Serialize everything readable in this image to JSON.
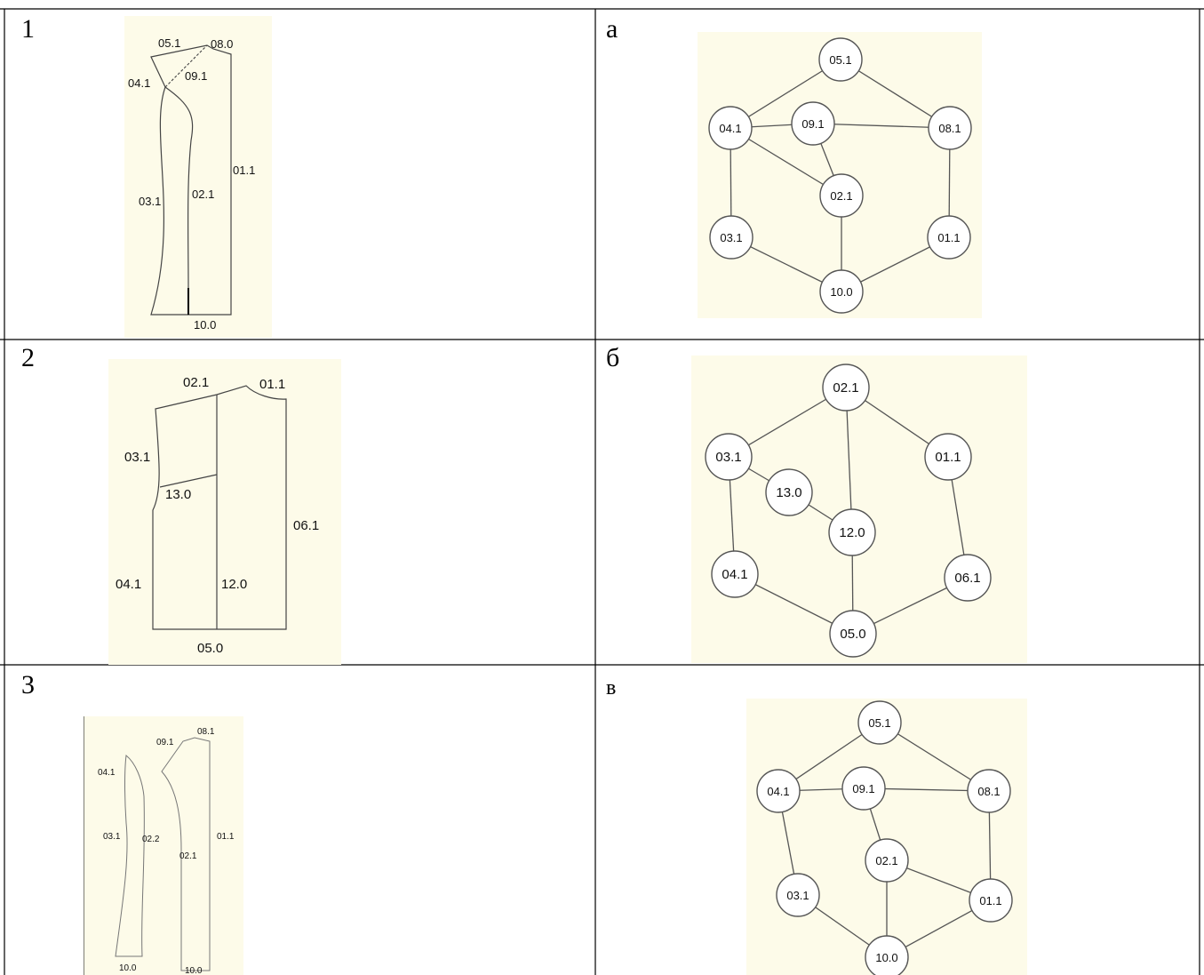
{
  "rows": [
    {
      "left_label": "1",
      "right_label": "а",
      "pattern": {
        "labels": [
          "05.1",
          "08.0",
          "04.1",
          "09.1",
          "01.1",
          "03.1",
          "02.1",
          "10.0"
        ]
      },
      "graph": {
        "nodes": [
          "05.1",
          "04.1",
          "09.1",
          "08.1",
          "02.1",
          "03.1",
          "01.1",
          "10.0"
        ],
        "edges": [
          [
            "05.1",
            "04.1"
          ],
          [
            "05.1",
            "08.1"
          ],
          [
            "04.1",
            "09.1"
          ],
          [
            "09.1",
            "08.1"
          ],
          [
            "04.1",
            "02.1"
          ],
          [
            "09.1",
            "02.1"
          ],
          [
            "04.1",
            "03.1"
          ],
          [
            "08.1",
            "01.1"
          ],
          [
            "02.1",
            "10.0"
          ],
          [
            "03.1",
            "10.0"
          ],
          [
            "01.1",
            "10.0"
          ]
        ]
      }
    },
    {
      "left_label": "2",
      "right_label": "б",
      "pattern": {
        "labels": [
          "02.1",
          "01.1",
          "03.1",
          "13.0",
          "06.1",
          "04.1",
          "12.0",
          "05.0"
        ]
      },
      "graph": {
        "nodes": [
          "02.1",
          "03.1",
          "01.1",
          "13.0",
          "12.0",
          "04.1",
          "06.1",
          "05.0"
        ],
        "edges": [
          [
            "02.1",
            "03.1"
          ],
          [
            "02.1",
            "01.1"
          ],
          [
            "02.1",
            "12.0"
          ],
          [
            "03.1",
            "13.0"
          ],
          [
            "13.0",
            "12.0"
          ],
          [
            "03.1",
            "04.1"
          ],
          [
            "01.1",
            "06.1"
          ],
          [
            "12.0",
            "05.0"
          ],
          [
            "04.1",
            "05.0"
          ],
          [
            "06.1",
            "05.0"
          ]
        ]
      }
    },
    {
      "left_label": "3",
      "right_label": "в",
      "pattern": {
        "labels": [
          "09.1",
          "08.1",
          "04.1",
          "03.1",
          "02.2",
          "01.1",
          "02.1",
          "10.0",
          "10.0"
        ]
      },
      "graph": {
        "nodes": [
          "05.1",
          "04.1",
          "09.1",
          "08.1",
          "02.1",
          "03.1",
          "01.1",
          "10.0"
        ],
        "edges": [
          [
            "05.1",
            "04.1"
          ],
          [
            "05.1",
            "08.1"
          ],
          [
            "04.1",
            "09.1"
          ],
          [
            "09.1",
            "08.1"
          ],
          [
            "09.1",
            "02.1"
          ],
          [
            "04.1",
            "03.1"
          ],
          [
            "08.1",
            "01.1"
          ],
          [
            "02.1",
            "01.1"
          ],
          [
            "02.1",
            "10.0"
          ],
          [
            "03.1",
            "10.0"
          ],
          [
            "01.1",
            "10.0"
          ]
        ]
      }
    }
  ]
}
